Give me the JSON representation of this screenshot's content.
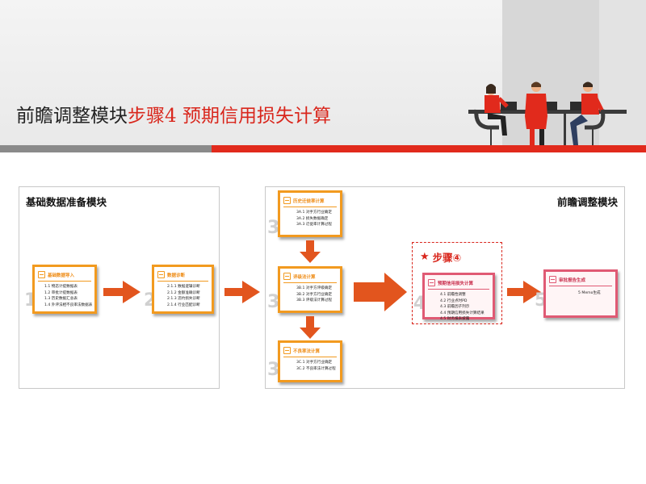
{
  "header": {
    "title_prefix": "前瞻调整模块",
    "title_accent": "步骤4  预期信用损失计算"
  },
  "left_panel": {
    "title": "基础数据准备模块",
    "cards": [
      {
        "number": "1",
        "title": "基础数据导入",
        "items": [
          "1.1 物态计提数据表",
          "1.2 审批计提数据表",
          "1.3 历史数据汇总表",
          "1.4 外评法相不良率法数据表"
        ]
      },
      {
        "number": "2",
        "title": "数据诊断",
        "items": [
          "2.1.1 数据逻辑诊断",
          "2.1.2 金额准确诊断",
          "2.1.3 违约损失诊断",
          "2.1.4 行业匹配诊断"
        ]
      }
    ]
  },
  "right_panel": {
    "title": "前瞻调整模块",
    "cards": [
      {
        "number": "3",
        "title": "历史迁徙率计算",
        "items": [
          "3A.1 对手方行业确定",
          "3A.2 损失数据确定",
          "3A.3 迁徙率计算过程"
        ]
      },
      {
        "number": "3",
        "title": "评级法计算",
        "items": [
          "3B.1 对手方评级确定",
          "3B.2 对手方行业确定",
          "3B.3 评级法计算过程"
        ]
      },
      {
        "number": "3",
        "title": "不良率法计算",
        "items": [
          "3C.1 对手方行业确定",
          "3C.2 不良率法计算过程"
        ]
      },
      {
        "number": "4",
        "title": "预期信用损失计算",
        "items": [
          "4.1 前瞻性调整",
          "4.2 行业点时PD",
          "4.3 前瞻因子列示",
          "4.4 预期信用损失计算结果",
          "4.5 财务报表披露"
        ]
      },
      {
        "number": "5",
        "title": "审批报告生成",
        "items": [
          "5 Memo生成"
        ]
      }
    ],
    "step_label": "步骤④"
  },
  "icons": {
    "star": "star-icon",
    "card": "document-icon"
  },
  "colors": {
    "accent_red": "#d9261c",
    "card_orange": "#f29a1f",
    "card_pink": "#e05a74",
    "arrow": "#e2551e"
  }
}
